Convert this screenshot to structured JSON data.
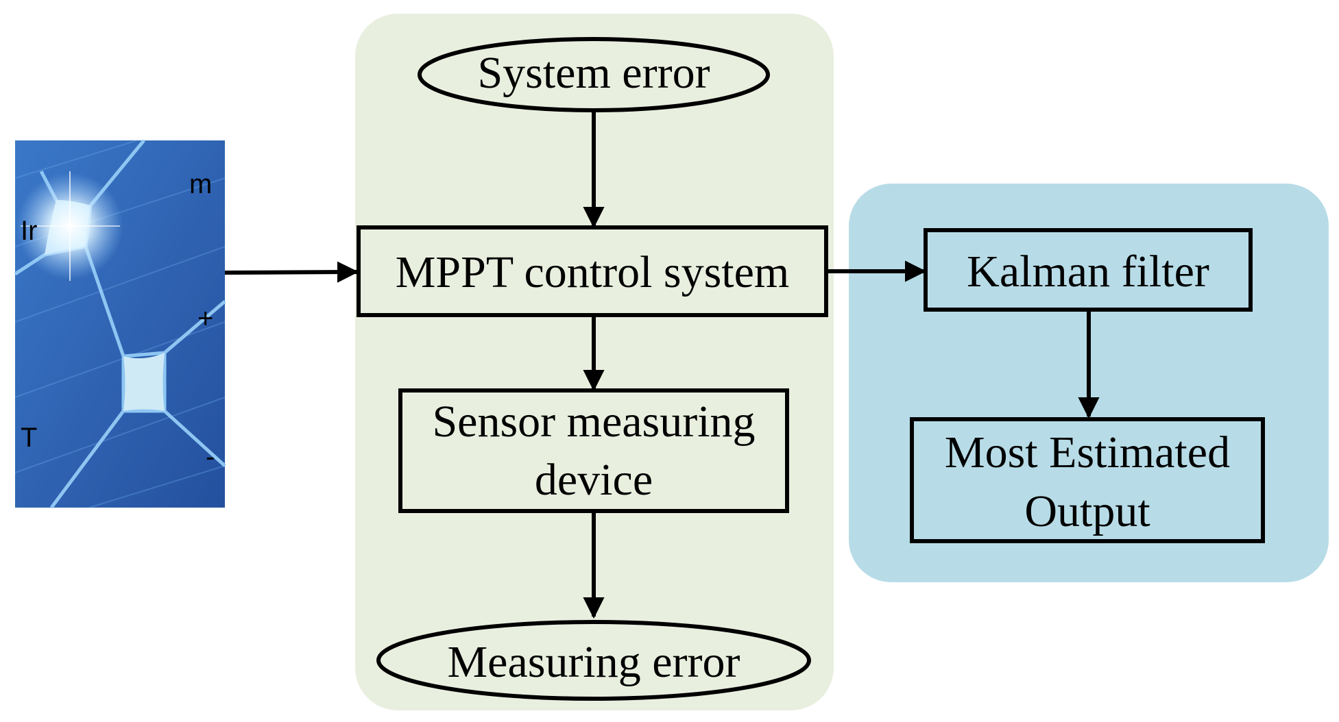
{
  "colors": {
    "control_panel": "#e9efdf",
    "filter_panel": "#b7dce7",
    "solar_cell": "#2f64b8",
    "solar_cell_highlight": "#cfeaf5",
    "pv_label": "#d8c25a",
    "stroke": "#000000"
  },
  "pv_panel": {
    "labels": {
      "irradiance": "Ir",
      "temperature": "T",
      "model": "m",
      "plus": "+",
      "minus": "-"
    }
  },
  "nodes": {
    "system_error": "System error",
    "mppt": "MPPT control system",
    "sensor_line1": "Sensor measuring",
    "sensor_line2": "device",
    "measuring_error": "Measuring error",
    "kalman": "Kalman filter",
    "output_line1": "Most Estimated",
    "output_line2": "Output"
  },
  "edges": [
    {
      "from": "pv_panel",
      "to": "mppt"
    },
    {
      "from": "system_error",
      "to": "mppt"
    },
    {
      "from": "mppt",
      "to": "sensor"
    },
    {
      "from": "sensor",
      "to": "measuring_error"
    },
    {
      "from": "mppt",
      "to": "kalman"
    },
    {
      "from": "kalman",
      "to": "output"
    }
  ]
}
